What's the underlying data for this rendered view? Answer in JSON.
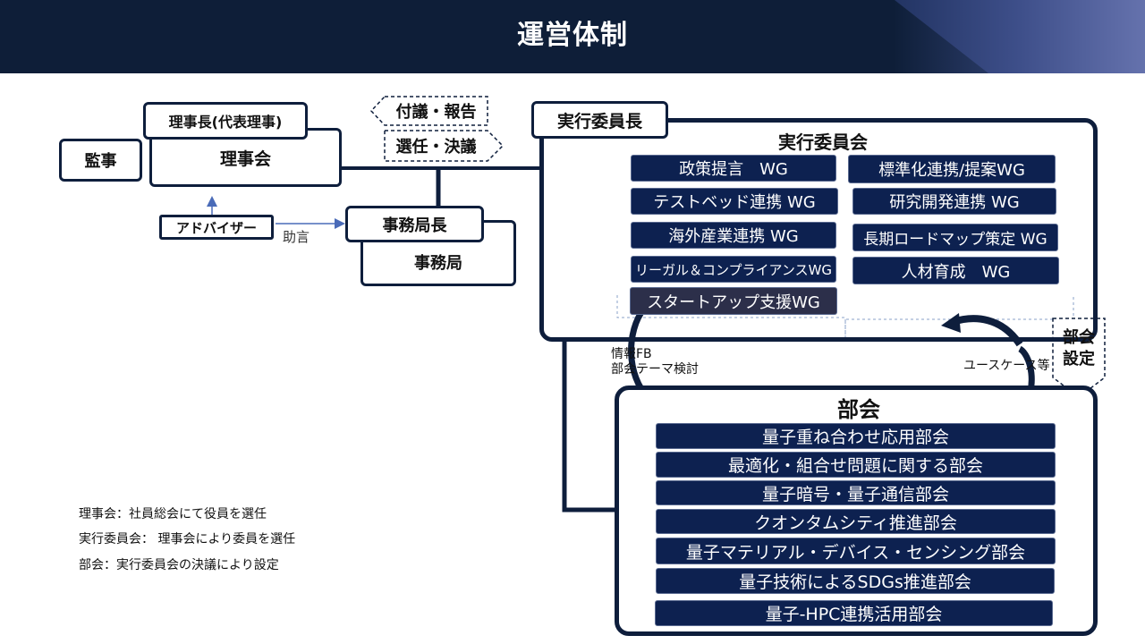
{
  "title": "運営体制",
  "governance": {
    "auditor": "監事",
    "chairman_tag": "理事長(代表理事)",
    "board": "理事会",
    "advisor": "アドバイザー",
    "advice_label": "助言",
    "secretary_general": "事務局長",
    "secretariat": "事務局",
    "refer_report": "付議・報告",
    "elect_decide": "選任・決議"
  },
  "executive": {
    "chair_tag": "実行委員長",
    "committee": "実行委員会",
    "wgs": [
      "政策提言　WG",
      "標準化連携/提案WG",
      "テストベッド連携 WG",
      "研究開発連携 WG",
      "海外産業連携 WG",
      "長期ロードマップ策定 WG",
      "リーガル＆コンプライアンスWG",
      "人材育成　WG",
      "スタートアップ支援WG"
    ]
  },
  "flow": {
    "info_fb_line1": "情報FB",
    "info_fb_line2": "部会テーマ検討",
    "use_case": "ユースケース等",
    "setup_line1": "部会",
    "setup_line2": "設定"
  },
  "subcommittees": {
    "title": "部会",
    "items": [
      "量子重ね合わせ応用部会",
      "最適化・組合せ問題に関する部会",
      "量子暗号・量子通信部会",
      "クオンタムシティ推進部会",
      "量子マテリアル・デバイス・センシング部会",
      "量子技術によるSDGs推進部会",
      "量子-HPC連携活用部会"
    ]
  },
  "notes": [
    "理事会：社員総会にて役員を選任",
    "実行委員会： 理事会により委員を選任",
    "部会：実行委員会の決議により設定"
  ],
  "colors": {
    "navy": "#0e1e3c",
    "wg_fill": "#0d2150",
    "startup_fill": "#2c2f4a"
  }
}
